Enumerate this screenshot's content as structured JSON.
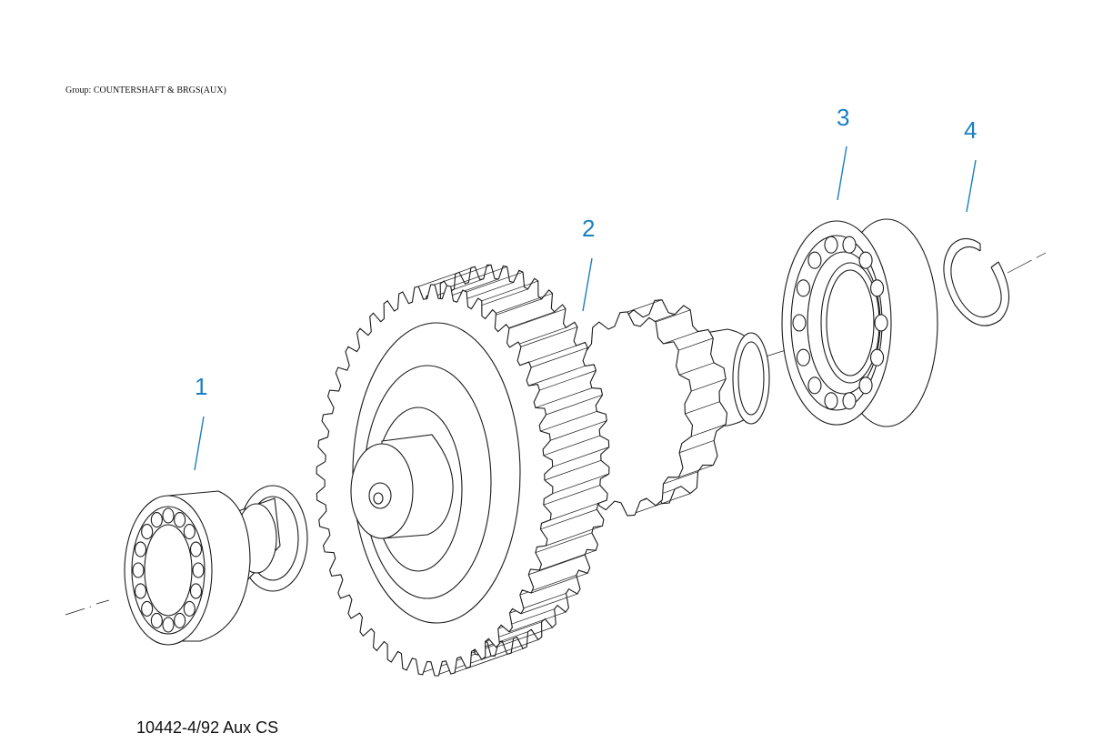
{
  "header": {
    "group_label": "Group: COUNTERSHAFT & BRGS(AUX)"
  },
  "footer": {
    "figure_id": "10442-4/92 Aux CS"
  },
  "callouts": [
    {
      "number": "1",
      "part": "roller-bearing"
    },
    {
      "number": "2",
      "part": "countershaft-gear-assembly"
    },
    {
      "number": "3",
      "part": "ball-bearing"
    },
    {
      "number": "4",
      "part": "snap-ring"
    }
  ],
  "colors": {
    "callout": "#1a7fc0",
    "line_art": "#1a1a1a",
    "background": "#ffffff"
  }
}
